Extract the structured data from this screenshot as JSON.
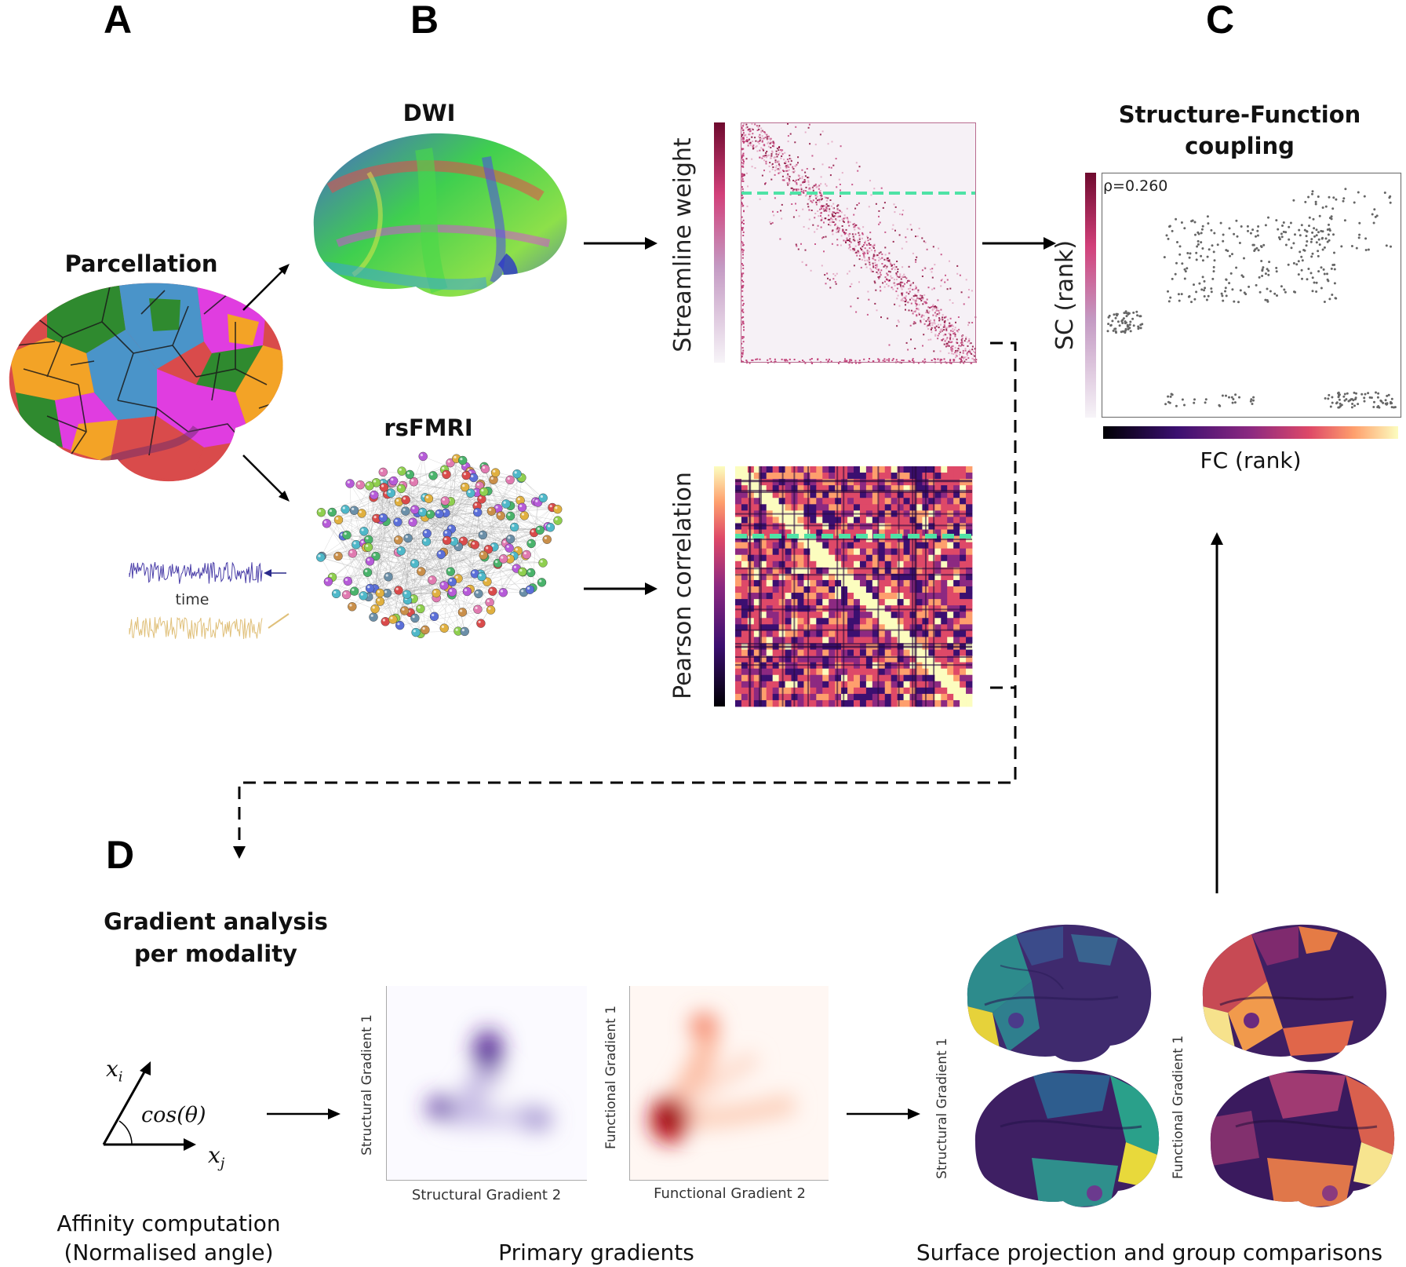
{
  "panels": {
    "a": "A",
    "b": "B",
    "c": "C",
    "d": "D"
  },
  "panel_a": {
    "title": "Parcellation"
  },
  "panel_b": {
    "dwi_title": "DWI",
    "rsfmri_title": "rsFMRI",
    "time_label": "time",
    "sc_colorbar_label": "Streamline weight",
    "fc_colorbar_label": "Pearson correlation"
  },
  "panel_c": {
    "title_line1": "Structure-Function",
    "title_line2": "coupling",
    "rho_label": "ρ=0.260",
    "y_label": "SC (rank)",
    "x_label": "FC (rank)"
  },
  "panel_d": {
    "title_line1": "Gradient analysis",
    "title_line2": "per modality",
    "affinity_caption_line1": "Affinity computation",
    "affinity_caption_line2": "(Normalised angle)",
    "xi_label": "x",
    "xi_sub": "i",
    "xj_label": "x",
    "xj_sub": "j",
    "angle_label": "cos(θ)",
    "structural_y": "Structural Gradient 1",
    "structural_x": "Structural Gradient 2",
    "functional_y": "Functional Gradient 1",
    "functional_x": "Functional Gradient 2",
    "gradients_caption": "Primary gradients",
    "surface_structural": "Structural Gradient 1",
    "surface_functional": "Functional Gradient 1",
    "surface_caption": "Surface projection and group comparisons"
  },
  "colors": {
    "magma": [
      "#000004",
      "#3b0f70",
      "#8c2981",
      "#de4968",
      "#fe9f6d",
      "#fcfdbf"
    ],
    "sc_red": "#8b0a3a",
    "highlight_green": "#4fe3a6",
    "structural_purple": "#4b1e8f",
    "functional_red": "#b0000e",
    "viridis": [
      "#440154",
      "#31688e",
      "#35b779",
      "#fde725"
    ]
  }
}
